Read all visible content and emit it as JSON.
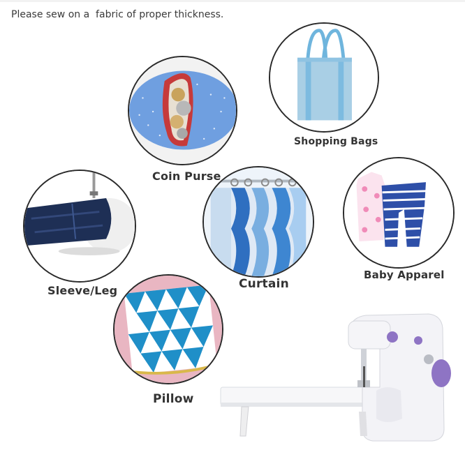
{
  "headline": "Please sew on a  fabric of proper thickness.",
  "items": [
    {
      "label": "Coin Purse"
    },
    {
      "label": "Shopping Bags"
    },
    {
      "label": "Sleeve/Leg"
    },
    {
      "label": "Curtain"
    },
    {
      "label": "Baby Apparel"
    },
    {
      "label": "Pillow"
    }
  ],
  "colors": {
    "text": "#333333",
    "circle_border": "#2a2a2a",
    "machine_accent": "#8e74c4"
  }
}
